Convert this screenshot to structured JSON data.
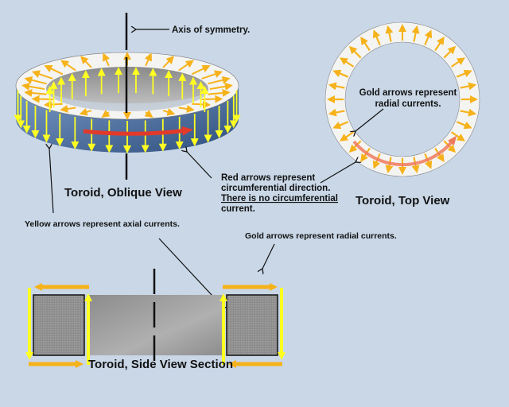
{
  "colors": {
    "background": "#c9d7e7",
    "axial_arrow": "#ffff22",
    "radial_arrow": "#f6b21a",
    "circumferential_arrow": "#e23a2a",
    "ring_top": "#f4f4f2",
    "ring_side_light": "#6c8dbb",
    "ring_side_dark": "#2f4f7e",
    "section_fill": "#8a8a8a",
    "core_fill": "#a6a6a6"
  },
  "labels": {
    "axis_of_symmetry": "Axis of symmetry.",
    "oblique_title": "Toroid, Oblique View",
    "top_title": "Toroid, Top View",
    "side_title": "Toroid, Side View Section",
    "gold_radial_top_line1": "Gold arrows represent",
    "gold_radial_top_line2": "radial currents.",
    "red_note_line1": "Red arrows represent",
    "red_note_line2": "circumferential direction.",
    "red_note_line3": "There is no circumferential",
    "red_note_line4": "current.",
    "yellow_axial": "Yellow arrows represent axial currents.",
    "gold_radial_side": "Gold arrows represent radial currents."
  },
  "icons": {
    "axial_arrow": "yellow-down-arrow",
    "radial_arrow": "gold-outward-arrow",
    "circumferential_arrow": "red-curved-arrow",
    "pointer": "black-line-arrow"
  }
}
